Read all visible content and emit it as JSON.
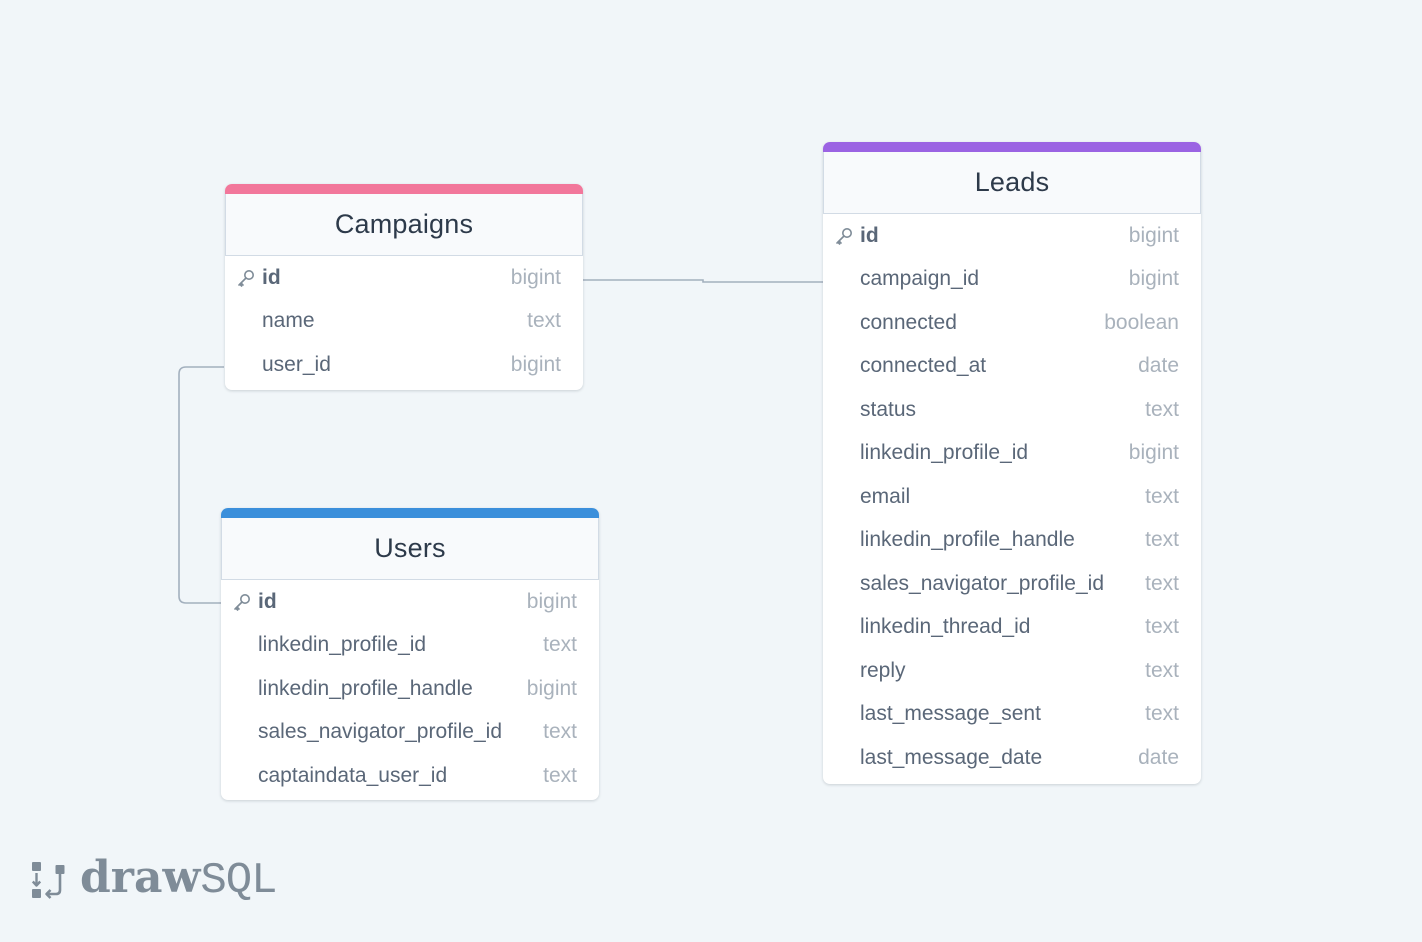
{
  "diagram": {
    "tables": [
      {
        "id": "campaigns",
        "name": "Campaigns",
        "accent_color": "#f2779b",
        "columns": [
          {
            "name": "id",
            "type": "bigint",
            "primary_key": true
          },
          {
            "name": "name",
            "type": "text",
            "primary_key": false
          },
          {
            "name": "user_id",
            "type": "bigint",
            "primary_key": false
          }
        ]
      },
      {
        "id": "users",
        "name": "Users",
        "accent_color": "#3b8fdb",
        "columns": [
          {
            "name": "id",
            "type": "bigint",
            "primary_key": true
          },
          {
            "name": "linkedin_profile_id",
            "type": "text",
            "primary_key": false
          },
          {
            "name": "linkedin_profile_handle",
            "type": "bigint",
            "primary_key": false
          },
          {
            "name": "sales_navigator_profile_id",
            "type": "text",
            "primary_key": false
          },
          {
            "name": "captaindata_user_id",
            "type": "text",
            "primary_key": false
          }
        ]
      },
      {
        "id": "leads",
        "name": "Leads",
        "accent_color": "#9b63e3",
        "columns": [
          {
            "name": "id",
            "type": "bigint",
            "primary_key": true
          },
          {
            "name": "campaign_id",
            "type": "bigint",
            "primary_key": false
          },
          {
            "name": "connected",
            "type": "boolean",
            "primary_key": false
          },
          {
            "name": "connected_at",
            "type": "date",
            "primary_key": false
          },
          {
            "name": "status",
            "type": "text",
            "primary_key": false
          },
          {
            "name": "linkedin_profile_id",
            "type": "bigint",
            "primary_key": false
          },
          {
            "name": "email",
            "type": "text",
            "primary_key": false
          },
          {
            "name": "linkedin_profile_handle",
            "type": "text",
            "primary_key": false
          },
          {
            "name": "sales_navigator_profile_id",
            "type": "text",
            "primary_key": false
          },
          {
            "name": "linkedin_thread_id",
            "type": "text",
            "primary_key": false
          },
          {
            "name": "reply",
            "type": "text",
            "primary_key": false
          },
          {
            "name": "last_message_sent",
            "type": "text",
            "primary_key": false
          },
          {
            "name": "last_message_date",
            "type": "date",
            "primary_key": false
          }
        ]
      }
    ],
    "relations": [
      {
        "from": "campaigns.id",
        "to": "leads.campaign_id"
      },
      {
        "from": "campaigns.user_id",
        "to": "users.id"
      }
    ],
    "colors": {
      "background": "#f1f6f9",
      "connector": "#a3b0be",
      "type_text": "#a9b2bc",
      "column_text": "#5a6778"
    }
  },
  "logo": {
    "icon": "drawsql-logo-icon",
    "bold_text": "draw",
    "light_text": "SQL"
  }
}
